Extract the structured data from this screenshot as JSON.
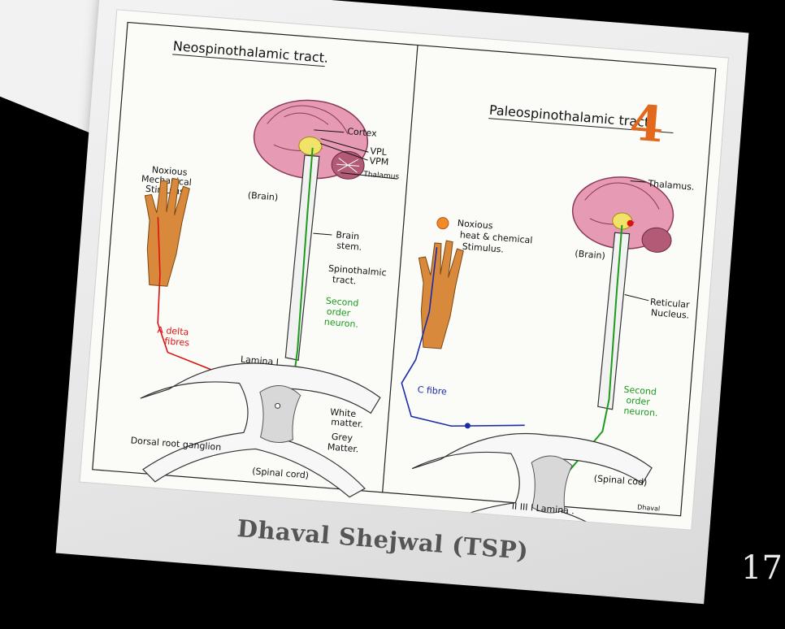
{
  "caption": "Dhaval Shejwal (TSP)",
  "page_number": "17",
  "badge": "4",
  "left_panel": {
    "title": "Neospinothalamic tract.",
    "labels": {
      "cortex": "Cortex",
      "vpl": "VPL",
      "vpm": "VPM",
      "thalamus": "Thalamus",
      "brain": "(Brain)",
      "brain_stem_1": "Brain",
      "brain_stem_2": "stem.",
      "spino_1": "Spinothalmic",
      "spino_2": "tract.",
      "second_1": "Second",
      "second_2": "order",
      "second_3": "neuron.",
      "noxious_1": "Noxious",
      "noxious_2": "Mechanical",
      "noxious_3": "Stimulus.",
      "adelta_1": "A delta",
      "adelta_2": "fibres",
      "lamina": "Lamina I",
      "white_1": "White",
      "white_2": "matter.",
      "grey_1": "Grey",
      "grey_2": "Matter.",
      "drg": "Dorsal root ganglion",
      "spinal": "(Spinal cord)"
    }
  },
  "right_panel": {
    "title": "Paleospinothalamic tract.",
    "labels": {
      "thalamus": "Thalamus.",
      "brain": "(Brain)",
      "noxious_1": "Noxious",
      "noxious_2": "heat & chemical",
      "noxious_3": "Stimulus.",
      "reticular_1": "Reticular",
      "reticular_2": "Nucleus.",
      "second_1": "Second",
      "second_2": "order",
      "second_3": "neuron.",
      "cfibre": "C fibre",
      "spinal": "(Spinal cod)",
      "lamina": "II III I  Lamina .",
      "signature": "Dhaval"
    }
  },
  "colors": {
    "brain": "#e79ab4",
    "green_tract": "#1c9b1c",
    "a_delta": "#d11",
    "c_fibre": "#1a2aa8",
    "hand": "#d9893c",
    "badge": "#e2681e"
  }
}
